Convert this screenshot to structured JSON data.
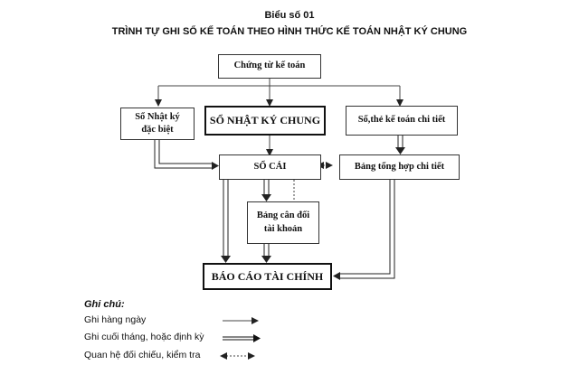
{
  "header": {
    "label": "Biểu số 01",
    "title": "TRÌNH TỰ GHI SỔ KẾ TOÁN THEO HÌNH THỨC KẾ TOÁN NHẬT KÝ CHUNG"
  },
  "nodes": {
    "chung_tu": "Chứng từ kế toán",
    "so_nk_dac_biet_line1": "Sổ Nhật ký",
    "so_nk_dac_biet_line2": "đặc biệt",
    "so_nk_chung": "SỔ NHẬT KÝ CHUNG",
    "so_the_chi_tiet": "Sổ,thẻ kế toán chi tiết",
    "so_cai": "SỔ CÁI",
    "bang_tong_hop": "Bảng tổng hợp chi tiết",
    "bang_can_doi_line1": "Bảng cân đối",
    "bang_can_doi_line2": "tài khoản",
    "bao_cao": "BÁO CÁO TÀI CHÍNH"
  },
  "legend": {
    "title": "Ghi chú:",
    "daily": "Ghi hàng ngày",
    "periodic": "Ghi cuối tháng, hoặc định kỳ",
    "reconcile": "Quan hệ đối chiếu, kiểm tra"
  }
}
